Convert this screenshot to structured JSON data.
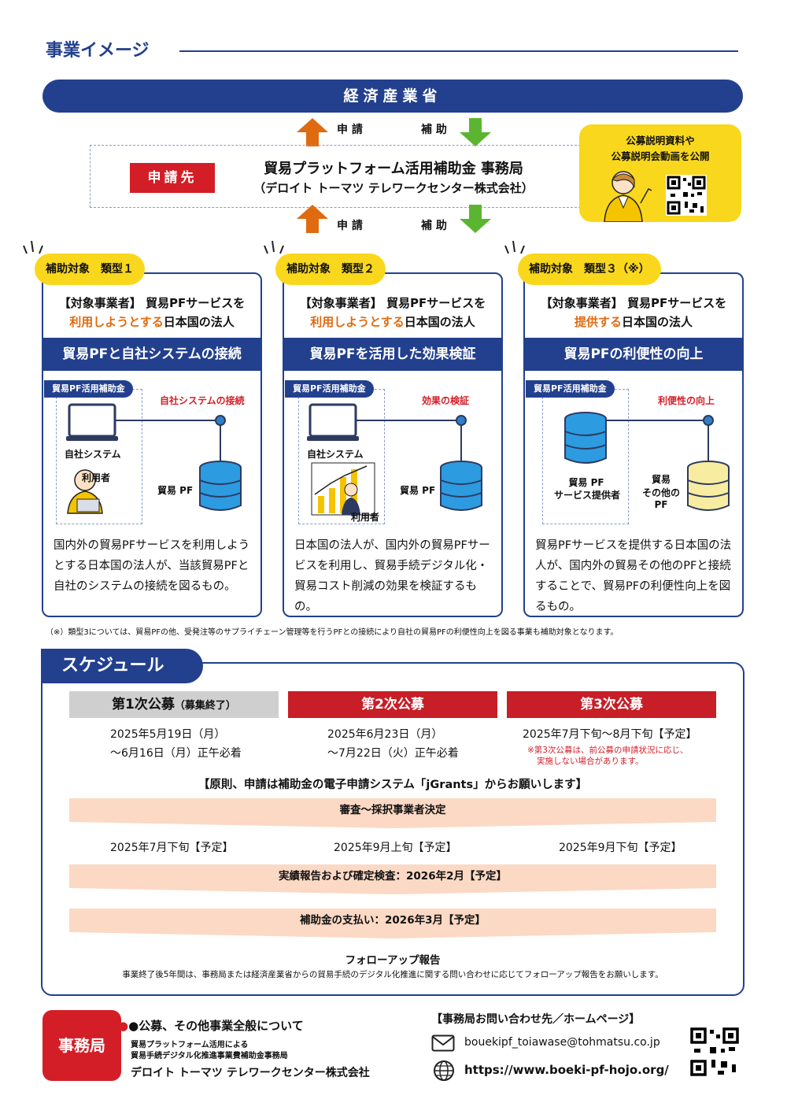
{
  "section_title": "事業イメージ",
  "ministry": "経済産業省",
  "arrows": {
    "apply": "申 請",
    "subsidy": "補 助"
  },
  "office": {
    "badge": "申請先",
    "name": "貿易プラットフォーム活用補助金 事務局",
    "company": "（デロイト トーマツ テレワークセンター株式会社）"
  },
  "announce": {
    "line1": "公募説明資料や",
    "line2": "公募説明会動画を公開"
  },
  "types": [
    {
      "tag": "補助対象　類型１",
      "target_prefix": "【対象事業者】 貿易PFサービスを",
      "target_orange": "利用しようとする",
      "target_suffix": "日本国の法人",
      "band": "貿易PFと自社システムの接続",
      "small_tag": "貿易PF活用補助金",
      "red_label": "自社システムの接続",
      "label_a": "自社システム",
      "label_b": "利用者",
      "label_c": "貿易 PF",
      "desc": "国内外の貿易PFサービスを利用しようとする日本国の法人が、当該貿易PFと自社のシステムの接続を図るもの。"
    },
    {
      "tag": "補助対象　類型２",
      "target_prefix": "【対象事業者】 貿易PFサービスを",
      "target_orange": "利用しようとする",
      "target_suffix": "日本国の法人",
      "band": "貿易PFを活用した効果検証",
      "small_tag": "貿易PF活用補助金",
      "red_label": "効果の検証",
      "label_a": "自社システム",
      "label_b": "利用者",
      "label_c": "貿易 PF",
      "desc": "日本国の法人が、国内外の貿易PFサービスを利用し、貿易手続デジタル化・貿易コスト削減の効果を検証するもの。"
    },
    {
      "tag": "補助対象　類型３（※）",
      "target_prefix": "【対象事業者】 貿易PFサービスを",
      "target_orange": "提供する",
      "target_suffix": "日本国の法人",
      "band": "貿易PFの利便性の向上",
      "small_tag": "貿易PF活用補助金",
      "red_label": "利便性の向上",
      "label_a": "貿易 PF",
      "label_b": "サービス提供者",
      "label_c1": "貿易",
      "label_c2": "その他の",
      "label_c3": "PF",
      "desc": "貿易PFサービスを提供する日本国の法人が、国内外の貿易その他のPFと接続することで、貿易PFの利便性向上を図るもの。"
    }
  ],
  "footnote": "（※）類型3については、貿易PFの他、受発注等のサプライチェーン管理等を行うPFとの接続により自社の貿易PFの利便性向上を図る事業も補助対象となります。",
  "schedule": {
    "title": "スケジュール",
    "rounds": [
      {
        "name": "第1次公募",
        "suffix": "（募集終了）",
        "line1": "2025年5月19日（月）",
        "line2": "～6月16日（月）正午必着"
      },
      {
        "name": "第2次公募",
        "suffix": "",
        "line1": "2025年6月23日（月）",
        "line2": "～7月22日（火）正午必着"
      },
      {
        "name": "第3次公募",
        "suffix": "",
        "line1": "2025年7月下旬～8月下旬【予定】",
        "note1": "※第3次公募は、前公募の申請状況に応じ、",
        "note2": "実施しない場合があります。"
      }
    ],
    "principle": "【原則、申請は補助金の電子申請システム「jGrants」からお願いします】",
    "review": "審査～採択事業者決定",
    "decisions": [
      "2025年7月下旬【予定】",
      "2025年9月上旬【予定】",
      "2025年9月下旬【予定】"
    ],
    "report": "実績報告および確定検査：2026年2月【予定】",
    "payment": "補助金の支払い：2026年3月【予定】",
    "followup_title": "フォローアップ報告",
    "followup_desc": "事業終了後5年間は、事務局または経済産業省からの貿易手続のデジタル化推進に関する問い合わせに応じてフォローアップ報告をお願いします。"
  },
  "contact": {
    "badge": "事務局",
    "heading": "●公募、その他事業全般について",
    "line1": "貿易プラットフォーム活用による",
    "line2": "貿易手続デジタル化推進事業費補助金事務局",
    "company": "デロイト トーマツ テレワークセンター株式会社",
    "inquiry_title": "【事務局お問い合わせ先／ホームページ】",
    "email": "bouekipf_toiawase@tohmatsu.co.jp",
    "url": "https://www.boeki-pf-hojo.org/"
  }
}
